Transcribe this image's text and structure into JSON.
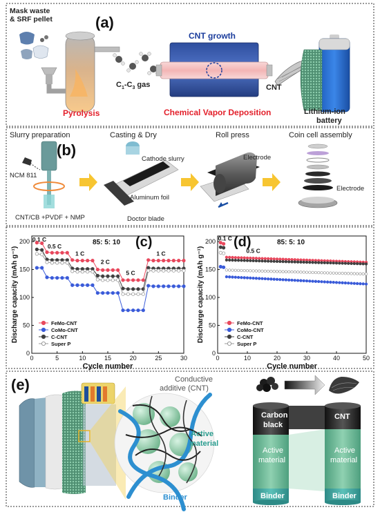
{
  "panel_a": {
    "label": "(a)",
    "input_text_1": "Mask waste",
    "input_text_2": "& SRF pellet",
    "pyrolysis": "Pyrolysis",
    "gas": "C",
    "gas_sub1": "1",
    "gas_dash": "-C",
    "gas_sub2": "3",
    "gas_end": " gas",
    "cnt_growth": "CNT growth",
    "cvd": "Chemical Vapor Deposition",
    "cnt": "CNT",
    "battery_1": "Lithium-ion",
    "battery_2": "battery"
  },
  "panel_b": {
    "label": "(b)",
    "step1": "Slurry preparation",
    "step2": "Casting & Dry",
    "step3": "Roll press",
    "step4": "Coin cell assembly",
    "ncm": "NCM 811",
    "mix": "CNT/CB +PVDF + NMP",
    "cathode_slurry": "Cathode slurry",
    "aluminum_foil": "Aluminum foil",
    "doctor_blade": "Doctor blade",
    "electrode_roll": "Electrode",
    "electrode_cell": "Electrode"
  },
  "panel_e": {
    "label": "(e)",
    "conductive_1": "Conductive",
    "conductive_2": "additive (CNT)",
    "active_1": "Active",
    "active_2": "material",
    "binder": "Binder",
    "col1_top_1": "Carbon",
    "col1_top_2": "black",
    "col2_top": "CNT",
    "col_mid_1": "Active",
    "col_mid_2": "material",
    "col_bottom": "Binder"
  },
  "colors": {
    "FeMo": "#e8485d",
    "CoMo": "#3a5bd9",
    "CCNT": "#404040",
    "SuperP": "#9a9a9a",
    "red_text": "#e3202b",
    "blue_text": "#1a3c9c",
    "arrow": "#f7c531",
    "active_green": "#5eb392",
    "teal": "#2a9d8f"
  },
  "chart_data": [
    {
      "type": "line",
      "panel": "(c)",
      "title": "85: 5: 10",
      "xlabel": "Cycle number",
      "ylabel": "Discharge capacity (mAh g⁻¹)",
      "xlim": [
        0,
        30
      ],
      "ylim": [
        0,
        210
      ],
      "xticks": [
        0,
        5,
        10,
        15,
        20,
        25,
        30
      ],
      "yticks": [
        0,
        50,
        100,
        150,
        200
      ],
      "rate_labels": [
        {
          "text": "0.1 C",
          "x": 1.5,
          "y": 200
        },
        {
          "text": "0.5 C",
          "x": 4.5,
          "y": 188
        },
        {
          "text": "1 C",
          "x": 9.5,
          "y": 175
        },
        {
          "text": "2 C",
          "x": 14.5,
          "y": 160
        },
        {
          "text": "5 C",
          "x": 19.5,
          "y": 140
        },
        {
          "text": "1 C",
          "x": 25.5,
          "y": 175
        }
      ],
      "legend": "bottom-left",
      "x": [
        1,
        2,
        3,
        4,
        5,
        6,
        7,
        8,
        9,
        10,
        11,
        12,
        13,
        14,
        15,
        16,
        17,
        18,
        19,
        20,
        21,
        22,
        23,
        24,
        25,
        26,
        27,
        28,
        29,
        30
      ],
      "series": [
        {
          "name": "FeMo-CNT",
          "marker": "filled",
          "values": [
            198,
            197,
            181,
            180,
            180,
            180,
            180,
            167,
            166,
            166,
            166,
            166,
            150,
            149,
            149,
            149,
            149,
            131,
            131,
            131,
            131,
            131,
            167,
            166,
            166,
            166,
            166,
            166,
            166,
            166
          ]
        },
        {
          "name": "CoMo-CNT",
          "marker": "filled",
          "values": [
            153,
            153,
            136,
            135,
            135,
            135,
            135,
            122,
            122,
            122,
            122,
            122,
            108,
            108,
            108,
            108,
            108,
            77,
            77,
            77,
            77,
            77,
            121,
            120,
            120,
            120,
            120,
            120,
            120,
            120
          ]
        },
        {
          "name": "C-CNT",
          "marker": "filled",
          "values": [
            186,
            185,
            168,
            167,
            167,
            167,
            167,
            152,
            151,
            151,
            151,
            151,
            139,
            138,
            138,
            138,
            138,
            116,
            115,
            115,
            115,
            115,
            153,
            152,
            152,
            152,
            152,
            152,
            152,
            152
          ]
        },
        {
          "name": "Super P",
          "marker": "open",
          "values": [
            178,
            177,
            163,
            162,
            162,
            162,
            162,
            147,
            146,
            146,
            146,
            146,
            132,
            131,
            131,
            131,
            131,
            106,
            106,
            106,
            106,
            106,
            148,
            148,
            148,
            148,
            148,
            148,
            148,
            148
          ]
        }
      ]
    },
    {
      "type": "line",
      "panel": "(d)",
      "title": "85: 5: 10",
      "xlabel": "Cycle number",
      "ylabel": "Discharge capacity (mAh g⁻¹)",
      "xlim": [
        0,
        50
      ],
      "ylim": [
        0,
        210
      ],
      "xticks": [
        0,
        10,
        20,
        30,
        40,
        50
      ],
      "yticks": [
        0,
        50,
        100,
        150,
        200
      ],
      "rate_labels": [
        {
          "text": "0.1 C",
          "x": 2.5,
          "y": 202
        },
        {
          "text": "0.5 C",
          "x": 12,
          "y": 180
        }
      ],
      "legend": "bottom-left",
      "early_points": [
        {
          "series": "FeMo-CNT",
          "x": [
            1,
            2
          ],
          "y": [
            198,
            196
          ]
        },
        {
          "series": "CoMo-CNT",
          "x": [
            1,
            2
          ],
          "y": [
            155,
            154
          ]
        },
        {
          "series": "C-CNT",
          "x": [
            1,
            2
          ],
          "y": [
            190,
            189
          ]
        },
        {
          "series": "Super P",
          "x": [
            1,
            2
          ],
          "y": [
            180,
            179
          ]
        }
      ],
      "series": [
        {
          "name": "FeMo-CNT",
          "marker": "filled",
          "start": [
            3,
            172
          ],
          "end": [
            50,
            163
          ]
        },
        {
          "name": "CoMo-CNT",
          "marker": "filled",
          "start": [
            3,
            137
          ],
          "end": [
            50,
            124
          ]
        },
        {
          "name": "C-CNT",
          "marker": "filled",
          "start": [
            3,
            167
          ],
          "end": [
            50,
            160
          ]
        },
        {
          "name": "Super P",
          "marker": "open",
          "start": [
            3,
            149
          ],
          "end": [
            50,
            142
          ]
        }
      ]
    }
  ]
}
